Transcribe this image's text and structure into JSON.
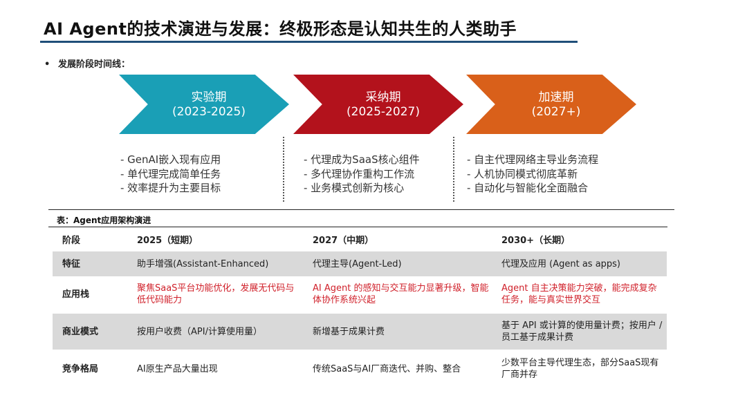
{
  "title": "AI Agent的技术演进与发展：终极形态是认知共生的人类助手",
  "timeline": {
    "bullet_marker": "•",
    "label": "发展阶段时间线：",
    "stages": [
      {
        "name": "实验期",
        "years": "(2023-2025)",
        "color": "#1a9fb6",
        "points": [
          "- GenAI嵌入现有应用",
          "- 单代理完成简单任务",
          "- 效率提升为主要目标"
        ]
      },
      {
        "name": "采纳期",
        "years": "(2025-2027)",
        "color": "#b3121c",
        "points": [
          "- 代理成为SaaS核心组件",
          "- 多代理协作重构工作流",
          "- 业务模式创新为核心"
        ]
      },
      {
        "name": "加速期",
        "years": "(2027+)",
        "color": "#d9601a",
        "points": [
          "- 自主代理网络主导业务流程",
          "- 人机协同模式彻底革新",
          "- 自动化与智能化全面融合"
        ]
      }
    ]
  },
  "table": {
    "caption": "表：Agent应用架构演进",
    "headers": [
      "阶段",
      "2025（短期）",
      "2027（中期）",
      "2030+（长期）"
    ],
    "rows": [
      {
        "label": "特征",
        "cells": [
          "助手增强(Assistant-Enhanced)",
          "代理主导(Agent-Led)",
          "代理及应用 (Agent as apps)"
        ]
      },
      {
        "label": "应用栈",
        "cells": [
          "聚焦SaaS平台功能优化，发展无代码与低代码能力",
          "AI Agent 的感知与交互能力显著升级，智能体协作系统兴起",
          "Agent 自主决策能力突破，能完成复杂任务，能与真实世界交互"
        ]
      },
      {
        "label": "商业模式",
        "cells": [
          "按用户收费（API/计算使用量）",
          "新增基于成果计费",
          "基于 API 或计算的使用量计费；按用户 / 员工基于成果计费"
        ]
      },
      {
        "label": "竞争格局",
        "cells": [
          "AI原生产品大量出现",
          "传统SaaS与AI厂商迭代、并购、整合",
          "少数平台主导代理生态，部分SaaS现有厂商并存"
        ]
      }
    ]
  },
  "colors": {
    "title_rule": "#1f4e79",
    "row_shade": "#d9d9d9",
    "highlight_text": "#d0202a"
  }
}
